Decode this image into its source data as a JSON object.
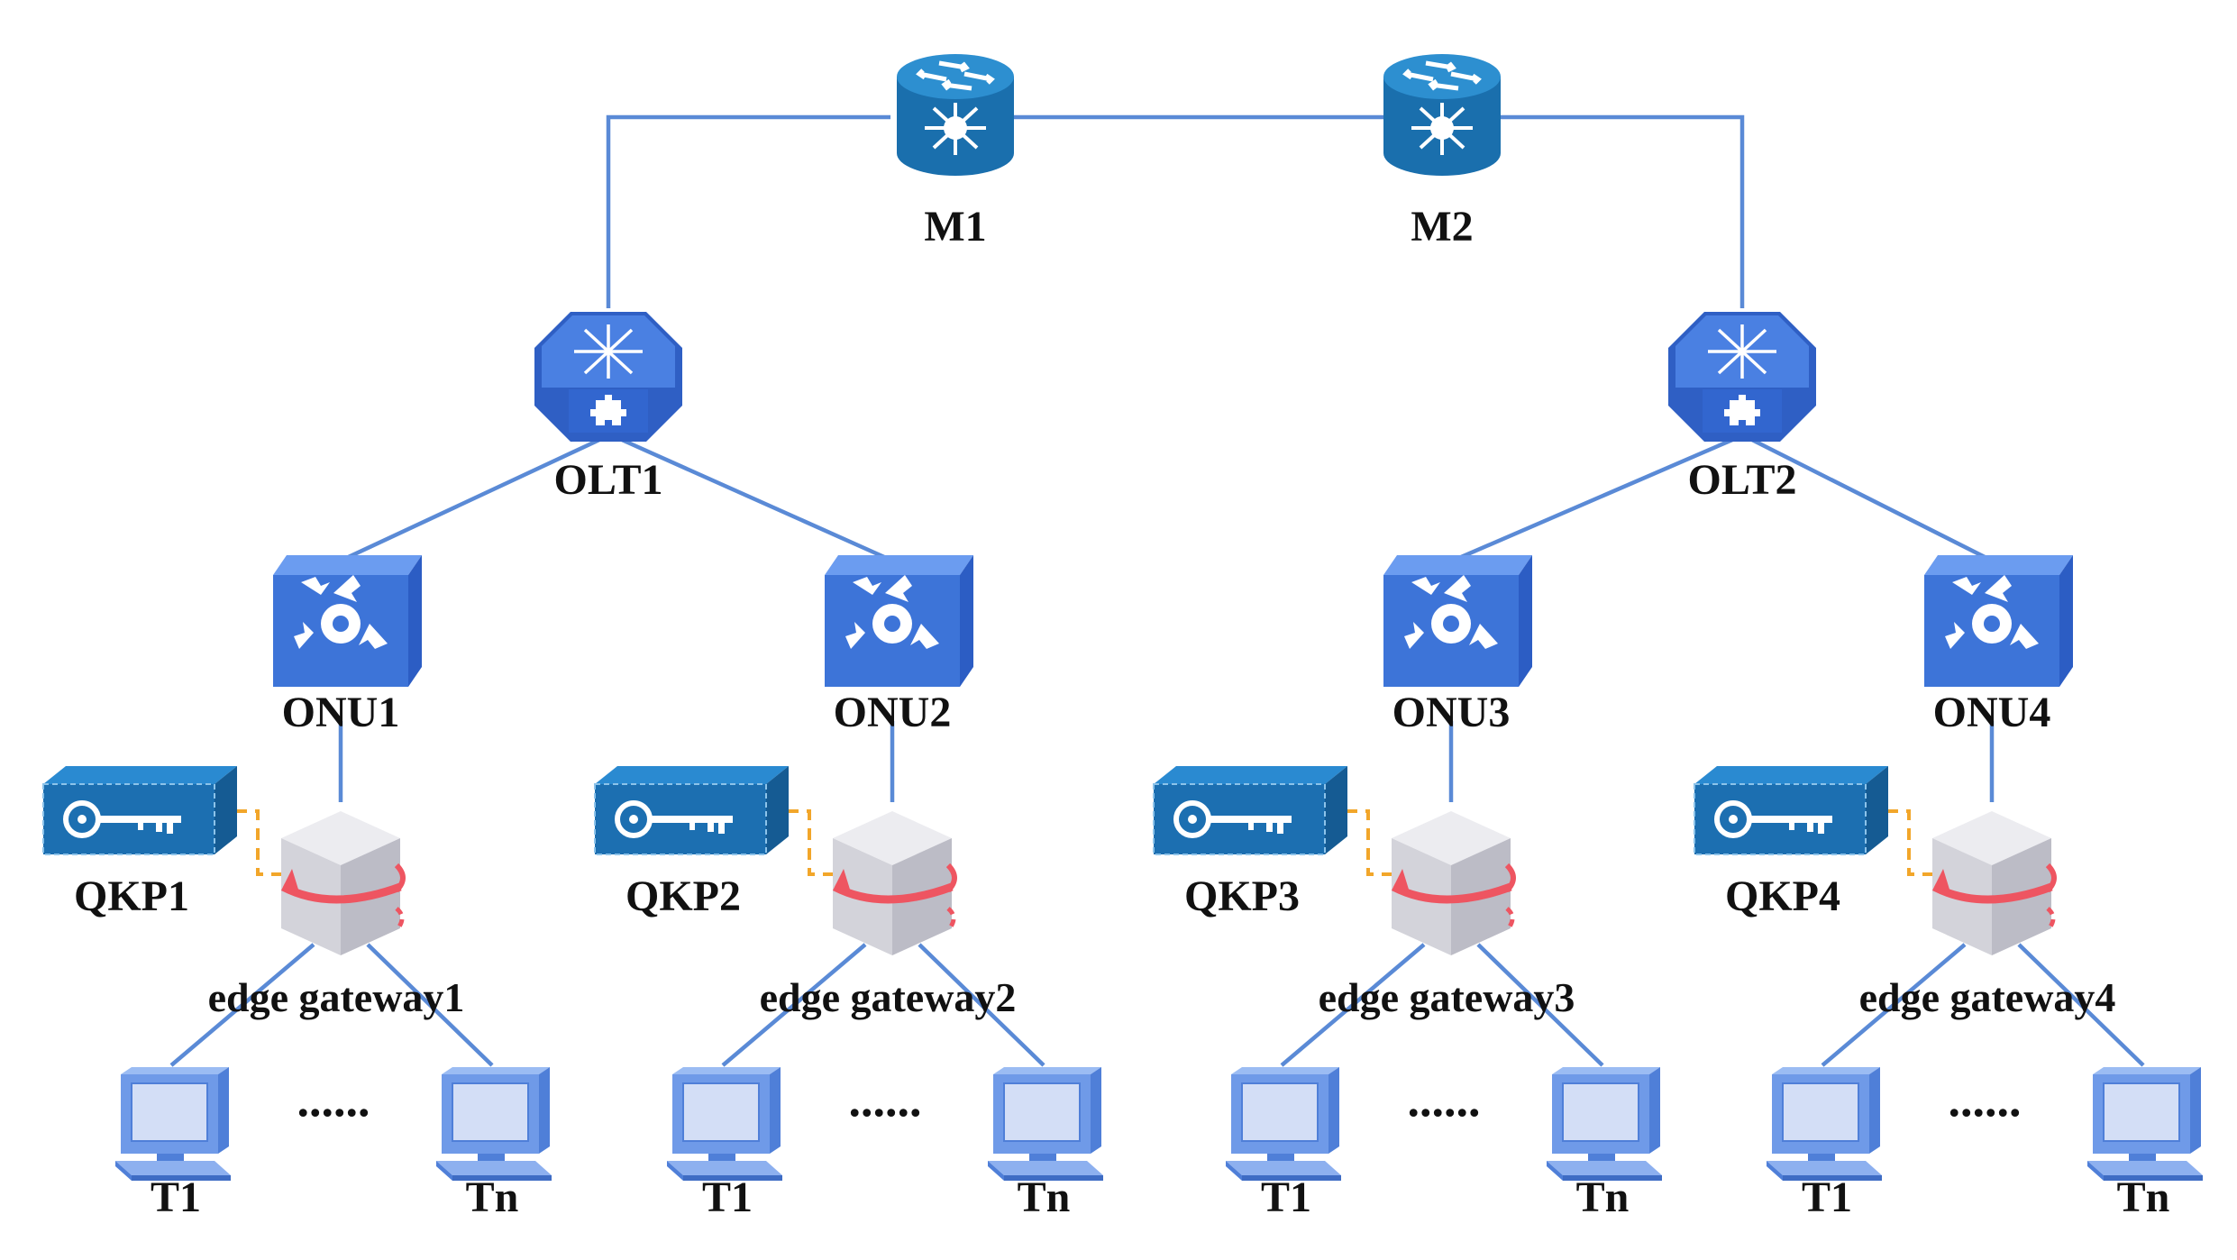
{
  "colors": {
    "link": "#5a8ad6",
    "quantum_link": "#f2a62a",
    "router": "#1f7bbf",
    "olt": "#3b6fd8",
    "onu": "#3f78d6",
    "qkp": "#1b6eaf",
    "gateway": "#d6d6dc",
    "gateway_arrow": "#ee5561",
    "terminal": "#6f9ae8"
  },
  "core": {
    "m1": {
      "label": "M1",
      "icon": "router-icon"
    },
    "m2": {
      "label": "M2",
      "icon": "router-icon"
    }
  },
  "olts": [
    {
      "label": "OLT1",
      "icon": "olt-switch-icon"
    },
    {
      "label": "OLT2",
      "icon": "olt-switch-icon"
    }
  ],
  "branches": [
    {
      "onu": "ONU1",
      "qkp": "QKP1",
      "gateway": "edge gateway1",
      "terminal_first": "T1",
      "terminal_last": "Tn",
      "ellipsis": "......"
    },
    {
      "onu": "ONU2",
      "qkp": "QKP2",
      "gateway": "edge gateway2",
      "terminal_first": "T1",
      "terminal_last": "Tn",
      "ellipsis": "......"
    },
    {
      "onu": "ONU3",
      "qkp": "QKP3",
      "gateway": "edge gateway3",
      "terminal_first": "T1",
      "terminal_last": "Tn",
      "ellipsis": "......"
    },
    {
      "onu": "ONU4",
      "qkp": "QKP4",
      "gateway": "edge gateway4",
      "terminal_first": "T1",
      "terminal_last": "Tn",
      "ellipsis": "......"
    }
  ]
}
